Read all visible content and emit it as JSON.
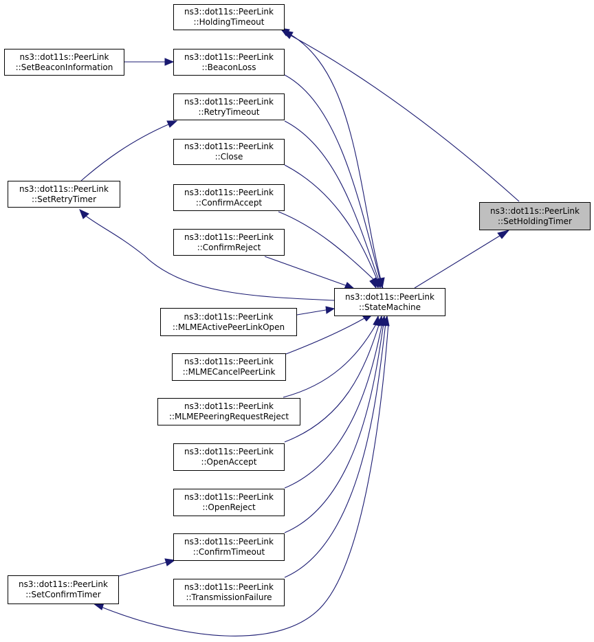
{
  "graph": {
    "colors": {
      "edge": "#191970",
      "node_border": "#000000",
      "highlight": "#bfbfbf"
    },
    "nodes": [
      {
        "id": "holding-timeout",
        "line1": "ns3::dot11s::PeerLink",
        "line2": "::HoldingTimeout"
      },
      {
        "id": "set-beacon-information",
        "line1": "ns3::dot11s::PeerLink",
        "line2": "::SetBeaconInformation"
      },
      {
        "id": "beacon-loss",
        "line1": "ns3::dot11s::PeerLink",
        "line2": "::BeaconLoss"
      },
      {
        "id": "retry-timeout",
        "line1": "ns3::dot11s::PeerLink",
        "line2": "::RetryTimeout"
      },
      {
        "id": "close",
        "line1": "ns3::dot11s::PeerLink",
        "line2": "::Close"
      },
      {
        "id": "set-retry-timer",
        "line1": "ns3::dot11s::PeerLink",
        "line2": "::SetRetryTimer"
      },
      {
        "id": "confirm-accept",
        "line1": "ns3::dot11s::PeerLink",
        "line2": "::ConfirmAccept"
      },
      {
        "id": "set-holding-timer",
        "line1": "ns3::dot11s::PeerLink",
        "line2": "::SetHoldingTimer",
        "current": true
      },
      {
        "id": "confirm-reject",
        "line1": "ns3::dot11s::PeerLink",
        "line2": "::ConfirmReject"
      },
      {
        "id": "state-machine",
        "line1": "ns3::dot11s::PeerLink",
        "line2": "::StateMachine"
      },
      {
        "id": "mlme-active-peer-link-open",
        "line1": "ns3::dot11s::PeerLink",
        "line2": "::MLMEActivePeerLinkOpen"
      },
      {
        "id": "mlme-cancel-peer-link",
        "line1": "ns3::dot11s::PeerLink",
        "line2": "::MLMECancelPeerLink"
      },
      {
        "id": "mlme-peering-request-reject",
        "line1": "ns3::dot11s::PeerLink",
        "line2": "::MLMEPeeringRequestReject"
      },
      {
        "id": "open-accept",
        "line1": "ns3::dot11s::PeerLink",
        "line2": "::OpenAccept"
      },
      {
        "id": "open-reject",
        "line1": "ns3::dot11s::PeerLink",
        "line2": "::OpenReject"
      },
      {
        "id": "confirm-timeout",
        "line1": "ns3::dot11s::PeerLink",
        "line2": "::ConfirmTimeout"
      },
      {
        "id": "set-confirm-timer",
        "line1": "ns3::dot11s::PeerLink",
        "line2": "::SetConfirmTimer"
      },
      {
        "id": "transmission-failure",
        "line1": "ns3::dot11s::PeerLink",
        "line2": "::TransmissionFailure"
      }
    ]
  }
}
